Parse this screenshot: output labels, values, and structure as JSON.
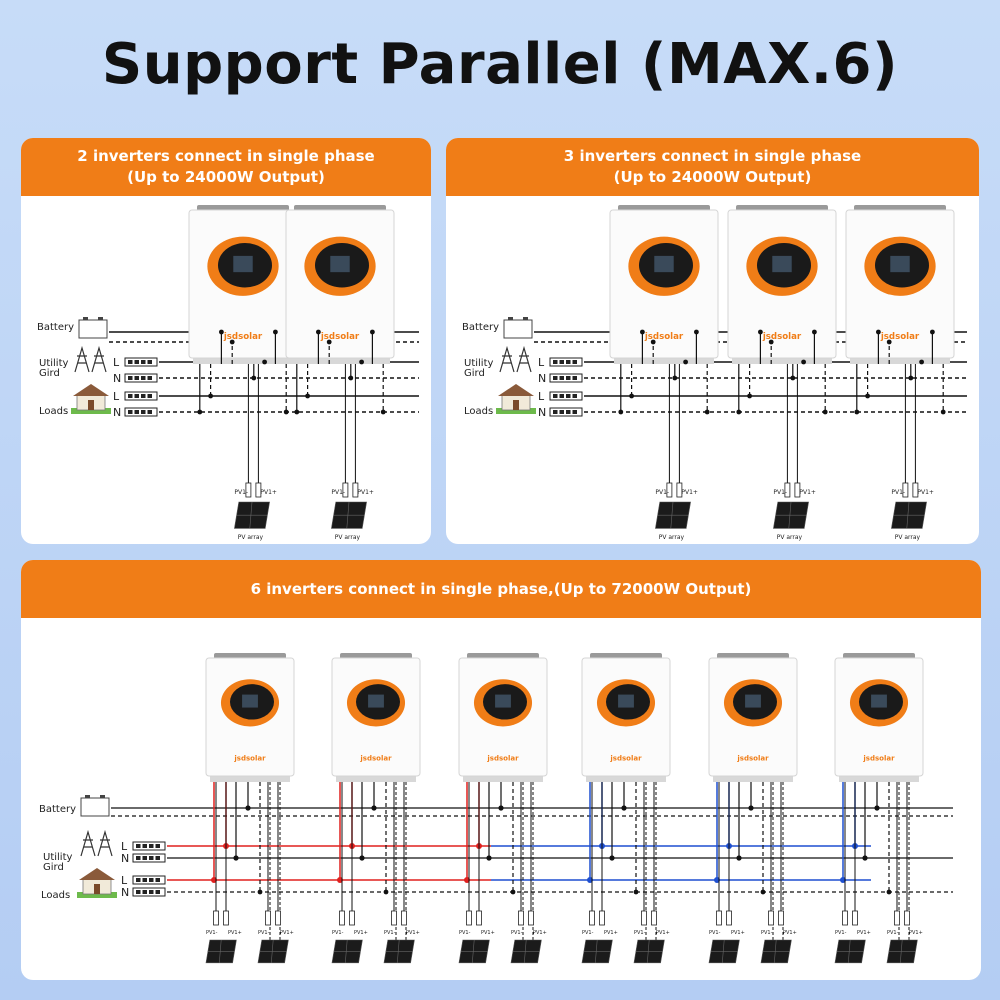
{
  "page": {
    "title": "Support Parallel (MAX.6)"
  },
  "panels": [
    {
      "title": "2 inverters connect in single phase",
      "subtitle": "(Up to 24000W Output)",
      "inverter_count": 2
    },
    {
      "title": "3 inverters connect in single phase",
      "subtitle": "(Up to 24000W Output)",
      "inverter_count": 3
    },
    {
      "title": "6 inverters connect in single phase,(Up to 72000W Output)",
      "inverter_count": 6
    }
  ],
  "labels": {
    "battery": "Battery",
    "utility_1": "Utility",
    "utility_2": "Gird",
    "loads": "Loads",
    "line": "L",
    "neutral": "N",
    "pv_minus": "PV1-",
    "pv_plus": "PV1+",
    "pv_array": "PV array",
    "brand": "jsdsolar"
  },
  "colors": {
    "header": "#f07d17",
    "accent_orange": "#f07d17",
    "red_wire": "#e0201e",
    "blue_wire": "#1e4fd0",
    "wire": "#111111"
  }
}
